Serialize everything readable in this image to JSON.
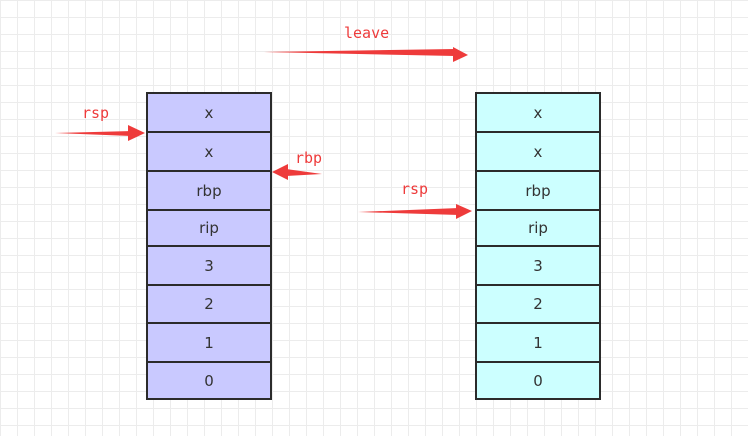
{
  "left_stack": {
    "fill": "#c9c9ff",
    "cells": [
      "x",
      "x",
      "rbp",
      "rip",
      "3",
      "2",
      "1",
      "0"
    ]
  },
  "right_stack": {
    "fill": "#ccffff",
    "cells": [
      "x",
      "x",
      "rbp",
      "rip",
      "3",
      "2",
      "1",
      "0"
    ]
  },
  "labels": {
    "leave": "leave",
    "left_rsp": "rsp",
    "left_rbp": "rbp",
    "right_rsp": "rsp"
  },
  "colors": {
    "arrow": "#ee3b3b",
    "border": "#2b2b2b"
  }
}
